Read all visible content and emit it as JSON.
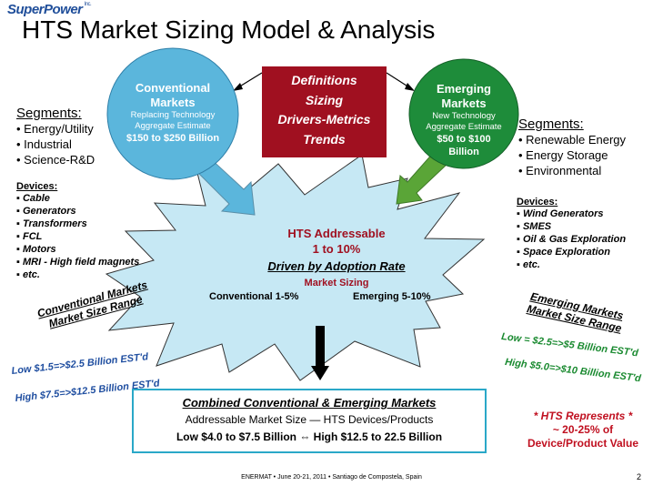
{
  "logo": {
    "name": "SuperPower",
    "suffix": "Inc."
  },
  "title": "HTS Market Sizing Model & Analysis",
  "conventional_circle": {
    "title_line1": "Conventional",
    "title_line2": "Markets",
    "sub_line1": "Replacing Technology",
    "sub_line2": "Aggregate Estimate",
    "value": "$150 to $250 Billion",
    "color": "#5bb6dc"
  },
  "emerging_circle": {
    "title_line1": "Emerging",
    "title_line2": "Markets",
    "sub_line1": "New Technology",
    "sub_line2": "Aggregate Estimate",
    "value_line1": "$50 to $100",
    "value_line2": "Billion",
    "color": "#1e8c3a"
  },
  "definitions_box": {
    "items": [
      "Definitions",
      "Sizing",
      "Drivers-Metrics",
      "Trends"
    ],
    "color": "#a01020"
  },
  "left_segments": {
    "heading": "Segments:",
    "items": [
      "Energy/Utility",
      "Industrial",
      "Science-R&D"
    ]
  },
  "right_segments": {
    "heading": "Segments:",
    "items": [
      "Renewable Energy",
      "Energy Storage",
      "Environmental"
    ]
  },
  "left_devices": {
    "heading": "Devices:",
    "items": [
      "Cable",
      "Generators",
      "Transformers",
      "FCL",
      "Motors",
      "MRI - High field magnets",
      "etc."
    ]
  },
  "right_devices": {
    "heading": "Devices:",
    "items": [
      "Wind Generators",
      "SMES",
      "Oil & Gas Exploration",
      "Space Exploration",
      "etc."
    ]
  },
  "star": {
    "line1": "HTS Addressable",
    "line2": "1 to 10%",
    "driven": "Driven by Adoption Rate",
    "sizing": "Market Sizing",
    "conventional": "Conventional 1-5%",
    "emerging": "Emerging 5-10%",
    "color": "#c6e8f4"
  },
  "conv_range": {
    "title1": "Conventional Markets",
    "title2": "Market Size Range",
    "low": "Low $1.5=>$2.5 Billion EST'd",
    "high": "High $7.5=>$12.5 Billion EST'd"
  },
  "emerg_range": {
    "title1": "Emerging Markets",
    "title2": "Market Size Range",
    "low": "Low = $2.5=>$5 Billion EST'd",
    "high": "High $5.0=>$10 Billion EST'd"
  },
  "combined": {
    "title": "Combined Conventional & Emerging Markets",
    "subtitle": "Addressable Market Size — HTS Devices/Products",
    "range": "Low $4.0 to $7.5 Billion ⇔ High $12.5 to 22.5 Billion"
  },
  "hts_represents": {
    "line1": "* HTS Represents *",
    "line2": "~ 20-25% of",
    "line3": "Device/Product Value"
  },
  "footer": "ENERMAT • June 20-21, 2011 • Santiago de Compostela, Spain",
  "page_number": "2"
}
